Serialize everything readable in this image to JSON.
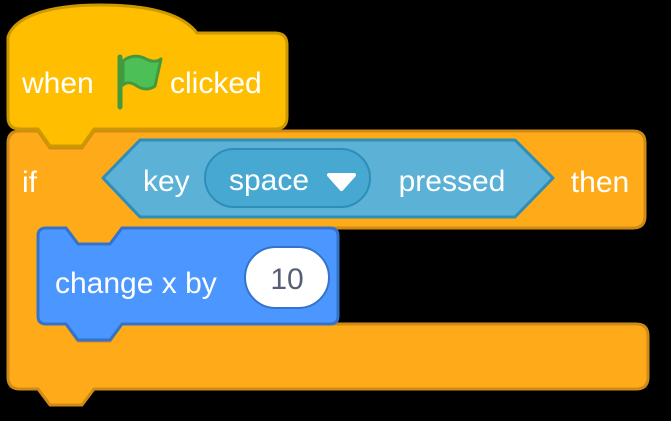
{
  "canvas": {
    "background": "#000000"
  },
  "colors": {
    "events_fill": "#FFBF00",
    "events_border": "#CC9900",
    "control_fill": "#FFAB19",
    "control_border": "#CF8B17",
    "motion_fill": "#4C97FF",
    "motion_border": "#3373CC",
    "sensing_fill": "#5CB1D6",
    "sensing_border": "#2E8EB8",
    "sensing_dropdown_fill": "#47A8D1",
    "flag_green": "#4CBF56",
    "flag_outline": "#45993D",
    "input_fill": "#FFFFFF",
    "input_text": "#575E75",
    "label_text": "#FFFFFF"
  },
  "blocks": {
    "when_flag_clicked": {
      "prefix_label": "when",
      "icon": "green-flag",
      "suffix_label": "clicked"
    },
    "if_then": {
      "if_label": "if",
      "then_label": "then"
    },
    "key_pressed": {
      "key_label": "key",
      "dropdown_value": "space",
      "dropdown_icon": "chevron-down",
      "pressed_label": "pressed"
    },
    "change_x_by": {
      "label": "change x by",
      "input_value": "10"
    }
  }
}
